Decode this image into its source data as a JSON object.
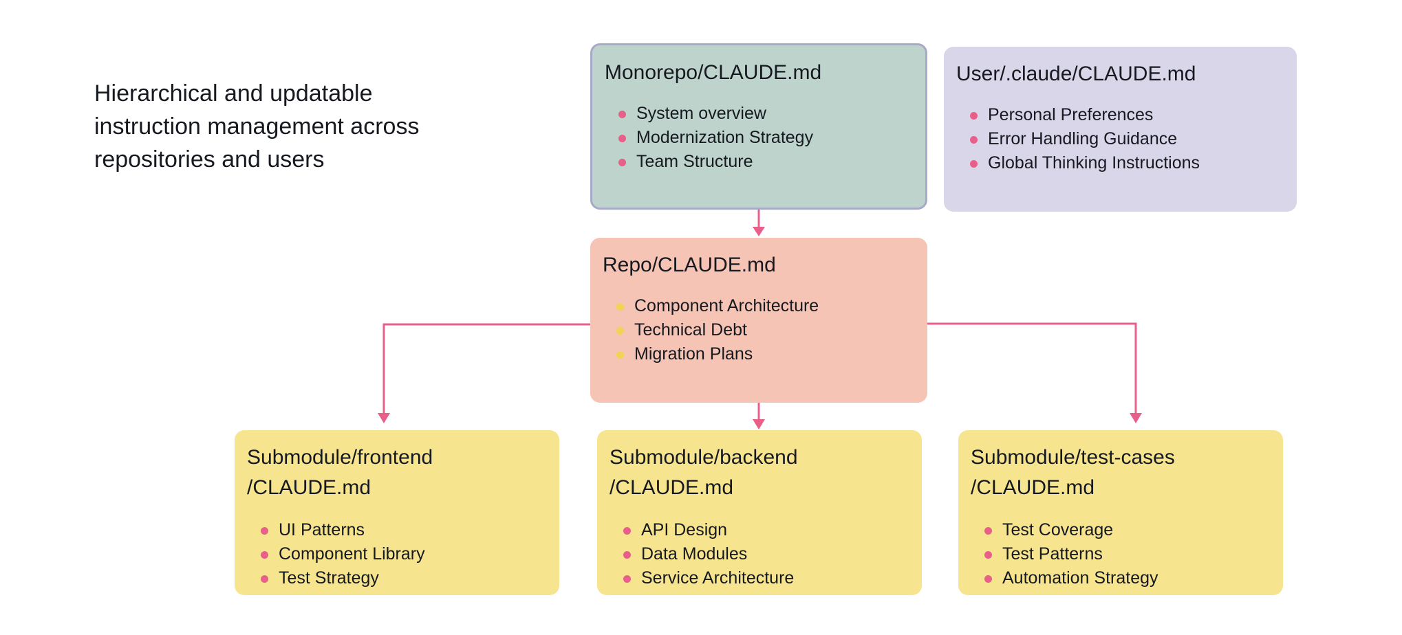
{
  "description": "Hierarchical and updatable instruction management across repositories and users",
  "colors": {
    "connector": "#e8608a",
    "bullet_pink": "#e8608a",
    "bullet_yellow": "#f2d356",
    "monorepo_fill": "#bed3cc",
    "user_fill": "#dad6e9",
    "repo_fill": "#f6c4b4",
    "submodule_fill": "#f7e48f"
  },
  "nodes": {
    "monorepo": {
      "title": "Monorepo/CLAUDE.md",
      "items": [
        "System overview",
        "Modernization Strategy",
        "Team Structure"
      ]
    },
    "user": {
      "title": "User/.claude/CLAUDE.md",
      "items": [
        "Personal Preferences",
        "Error Handling Guidance",
        "Global Thinking Instructions"
      ]
    },
    "repo": {
      "title": "Repo/CLAUDE.md",
      "items": [
        "Component Architecture",
        "Technical Debt",
        "Migration Plans"
      ]
    },
    "frontend": {
      "title": "Submodule/frontend /CLAUDE.md",
      "items": [
        "UI Patterns",
        "Component Library",
        "Test Strategy"
      ]
    },
    "backend": {
      "title": "Submodule/backend /CLAUDE.md",
      "items": [
        "API Design",
        "Data Modules",
        "Service Architecture"
      ]
    },
    "testcases": {
      "title": "Submodule/test-cases /CLAUDE.md",
      "items": [
        "Test Coverage",
        "Test Patterns",
        "Automation Strategy"
      ]
    }
  },
  "edges": [
    {
      "from": "Monorepo/CLAUDE.md",
      "to": "Repo/CLAUDE.md"
    },
    {
      "from": "Repo/CLAUDE.md",
      "to": "Submodule/frontend /CLAUDE.md"
    },
    {
      "from": "Repo/CLAUDE.md",
      "to": "Submodule/backend /CLAUDE.md"
    },
    {
      "from": "Repo/CLAUDE.md",
      "to": "Submodule/test-cases /CLAUDE.md"
    }
  ]
}
